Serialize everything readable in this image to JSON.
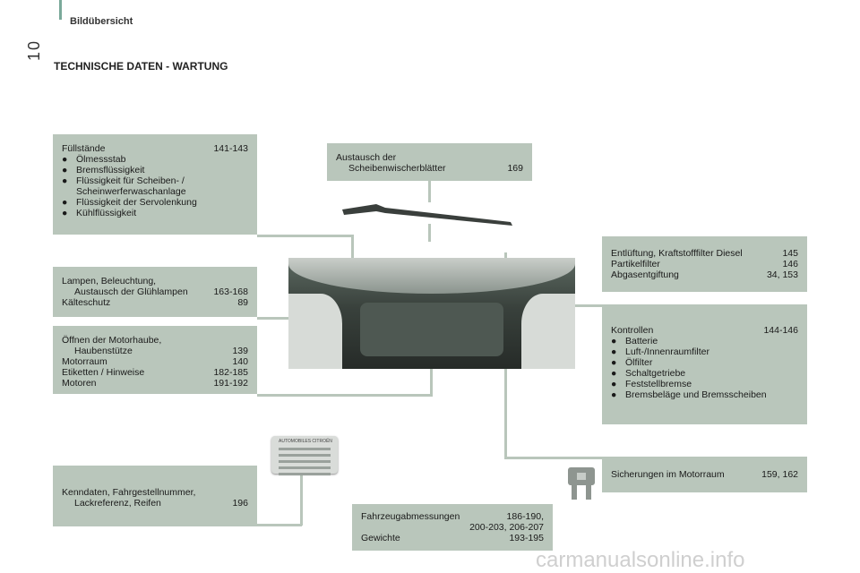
{
  "header": "Bildübersicht",
  "page_number": "10",
  "title": "TECHNISCHE DATEN - WARTUNG",
  "fuellstaende": {
    "heading": "Füllstände",
    "heading_pages": "141-143",
    "items": [
      "Ölmessstab",
      "Bremsflüssigkeit",
      "Flüssigkeit für Scheiben- /",
      "Scheinwerferwaschanlage",
      "Flüssigkeit der Servolenkung",
      "Kühlflüssigkeit"
    ]
  },
  "lampen": {
    "line1": "Lampen, Beleuchtung,",
    "line2": "Austausch der Glühlampen",
    "line2_pages": "163-168",
    "line3": "Kälteschutz",
    "line3_pages": "89"
  },
  "motorhaube": {
    "line1": "Öffnen der Motorhaube,",
    "line2": "Haubenstütze",
    "line2_pages": "139",
    "line3": "Motorraum",
    "line3_pages": "140",
    "line4": "Etiketten / Hinweise",
    "line4_pages": "182-185",
    "line5": "Motoren",
    "line5_pages": "191-192"
  },
  "kenndaten": {
    "line1": "Kenndaten, Fahrgestellnummer,",
    "line2": "Lackreferenz, Reifen",
    "line2_pages": "196"
  },
  "wischer": {
    "line1": "Austausch der",
    "line2": "Scheibenwischerblätter",
    "line2_pages": "169"
  },
  "entlueftung": {
    "line1": "Entlüftung, Kraftstofffilter Diesel",
    "line1_pages": "145",
    "line2": "Partikelfilter",
    "line2_pages": "146",
    "line3": "Abgasentgiftung",
    "line3_pages": "34, 153"
  },
  "kontrollen": {
    "heading": "Kontrollen",
    "heading_pages": "144-146",
    "items": [
      "Batterie",
      "Luft-/Innenraumfilter",
      "Ölfilter",
      "Schaltgetriebe",
      "Feststellbremse",
      "Bremsbeläge und Bremsscheiben"
    ]
  },
  "sicherungen": {
    "label": "Sicherungen im Motorraum",
    "pages": "159, 162"
  },
  "masse": {
    "line1": "Fahrzeugabmessungen",
    "line1_pages": "186-190,",
    "line2_pages": "200-203, 206-207",
    "line3": "Gewichte",
    "line3_pages": "193-195"
  },
  "plate_text": "AUTOMOBILES CITROËN",
  "bullet": "●",
  "watermark": "carmanualsonline.info",
  "colors": {
    "box": "#b9c6bb",
    "accent": "#7aa99a"
  }
}
